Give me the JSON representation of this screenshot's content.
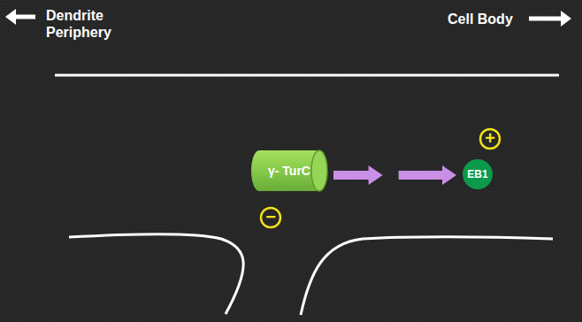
{
  "diagram": {
    "nodes": [
      {
        "text": [
          "γ- TurC"
        ]
      },
      {
        "text": [
          "EB1"
        ]
      }
    ],
    "edges": [
      {
        "from": 0,
        "to": 1,
        "arrow": "to"
      }
    ],
    "labels": [
      "Dendrite Periphery",
      "Cell Body",
      "+",
      "−"
    ]
  }
}
